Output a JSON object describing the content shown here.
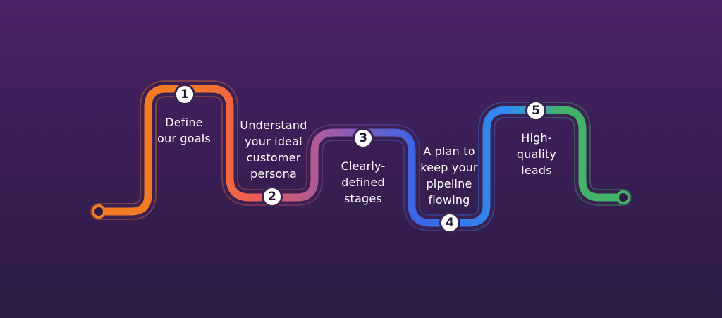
{
  "steps": [
    {
      "number": "1",
      "label": "Define\nour goals"
    },
    {
      "number": "2",
      "label": "Understand\nyour ideal\ncustomer\npersona"
    },
    {
      "number": "3",
      "label": "Clearly-\ndefined\nstages"
    },
    {
      "number": "4",
      "label": "A plan to\nkeep your\npipeline\nflowing"
    },
    {
      "number": "5",
      "label": "High-\nquality\nleads"
    }
  ],
  "colors": {
    "orange": "#f47a24",
    "red": "#ee5a55",
    "purple": "#a05aa8",
    "blue": "#3c64e6",
    "lightblue": "#2f8df0",
    "green": "#44b369"
  }
}
